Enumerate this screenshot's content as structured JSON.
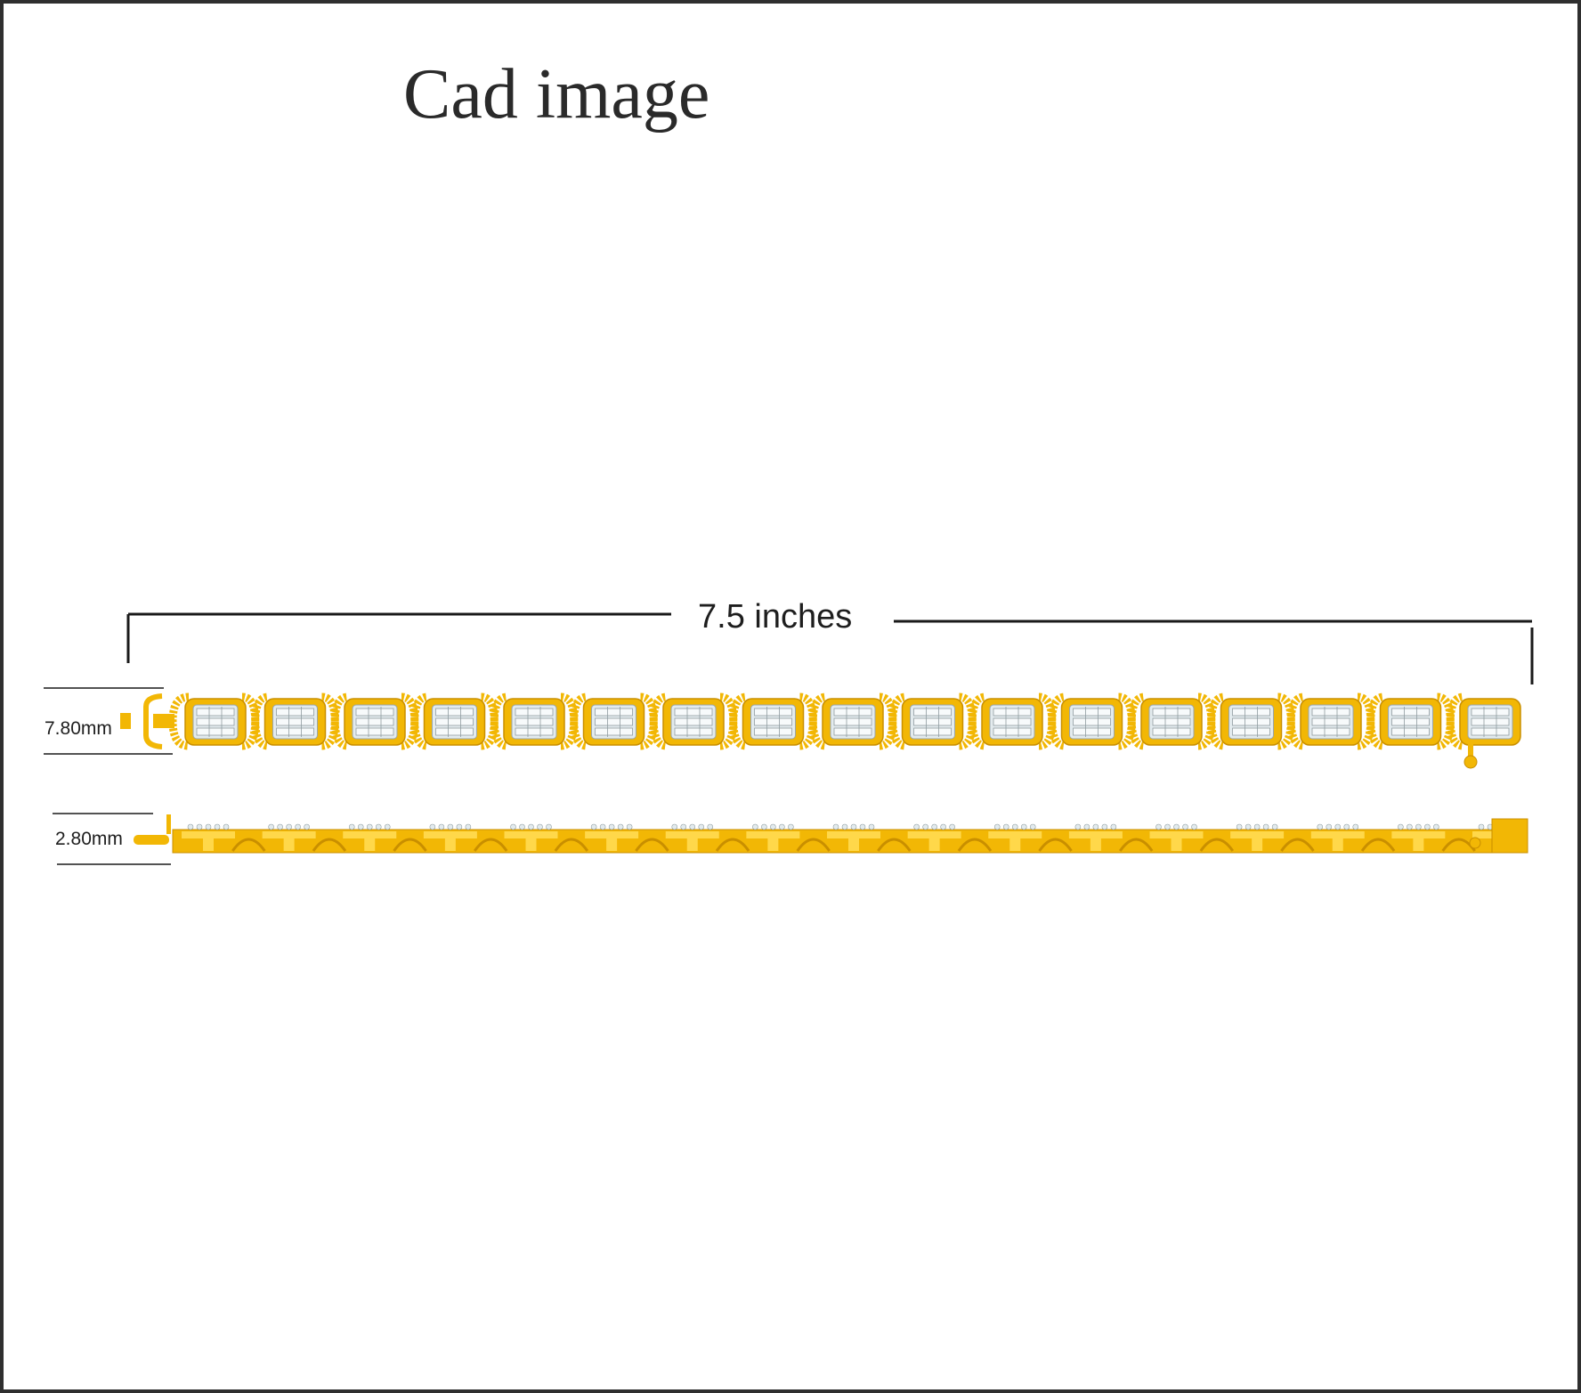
{
  "title": "Cad image",
  "dimensions": {
    "length_label": "7.5 inches",
    "width_label": "7.80mm",
    "thickness_label": "2.80mm"
  },
  "bracelet": {
    "link_count": 17,
    "metal_color": "#F2B705",
    "metal_shadow": "#C98F00",
    "stone_color": "#E3EBEE"
  }
}
